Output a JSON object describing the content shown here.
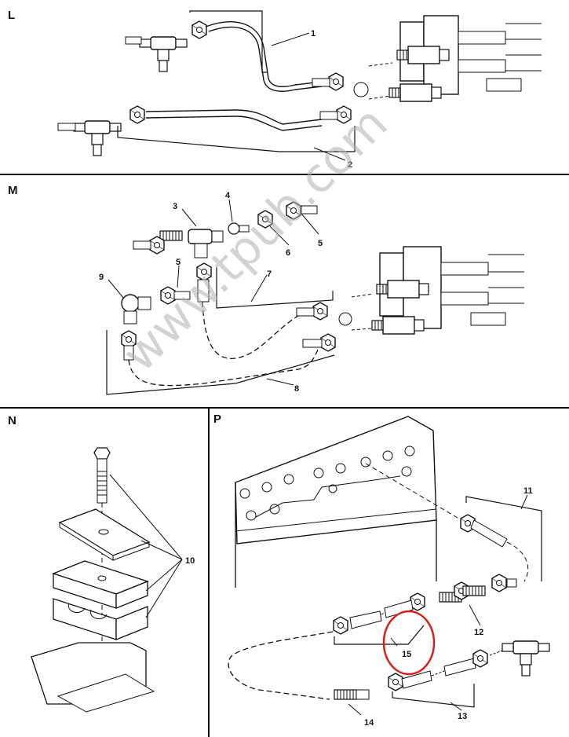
{
  "panels": {
    "L": {
      "letter": "L",
      "callouts": [
        "1",
        "2"
      ]
    },
    "M": {
      "letter": "M",
      "callouts": [
        "3",
        "4",
        "5",
        "6",
        "7",
        "8",
        "9"
      ],
      "callout_5b": "5"
    },
    "N": {
      "letter": "N",
      "callouts": [
        "10"
      ]
    },
    "P": {
      "letter": "P",
      "callouts": [
        "11",
        "12",
        "13",
        "14",
        "15"
      ]
    }
  },
  "watermark": "www.tpub.com",
  "highlight": {
    "target": "15",
    "color": "#d62020"
  },
  "colors": {
    "line": "#111111",
    "background": "#ffffff"
  }
}
